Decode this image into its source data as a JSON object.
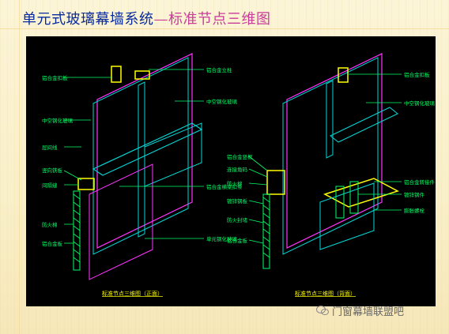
{
  "title": {
    "main": "单元式玻璃幕墙系统",
    "dash": "—",
    "sub": "标准节点三维图"
  },
  "colors": {
    "title_blue": "#0a2b9e",
    "title_pink": "#c93d99",
    "diagram_bg": "#000000",
    "label_green": "#00ff66",
    "glass_cyan": "#00d8d8",
    "frame_magenta": "#ff33ff",
    "bracket_yellow": "#ffff00"
  },
  "left_labels": [
    "铝合金扣板",
    "中空钢化玻璃",
    "层间线",
    "竖向铁板",
    "间隔缝",
    "防火棉",
    "铝合金板"
  ],
  "left_right_labels": [
    "铝合金立柱",
    "中空钢化玻璃",
    "铝合金横梁扣条",
    "单元钢化玻璃"
  ],
  "right_left_labels": [
    "铝合金竖框",
    "连接角码",
    "防火棉",
    "镀锌钢板",
    "防火封堵",
    "铝合金板"
  ],
  "right_right_labels": [
    "铝合金扣板",
    "中空钢化玻璃",
    "铝合金转接件",
    "镀锌钢件",
    "膨胀螺栓"
  ],
  "caption_left": "标准节点三维图（正面）",
  "caption_right": "标准节点三维图（背面）",
  "watermark": "门窗幕墙联盟吧",
  "watermark_icon": "wechat-icon"
}
